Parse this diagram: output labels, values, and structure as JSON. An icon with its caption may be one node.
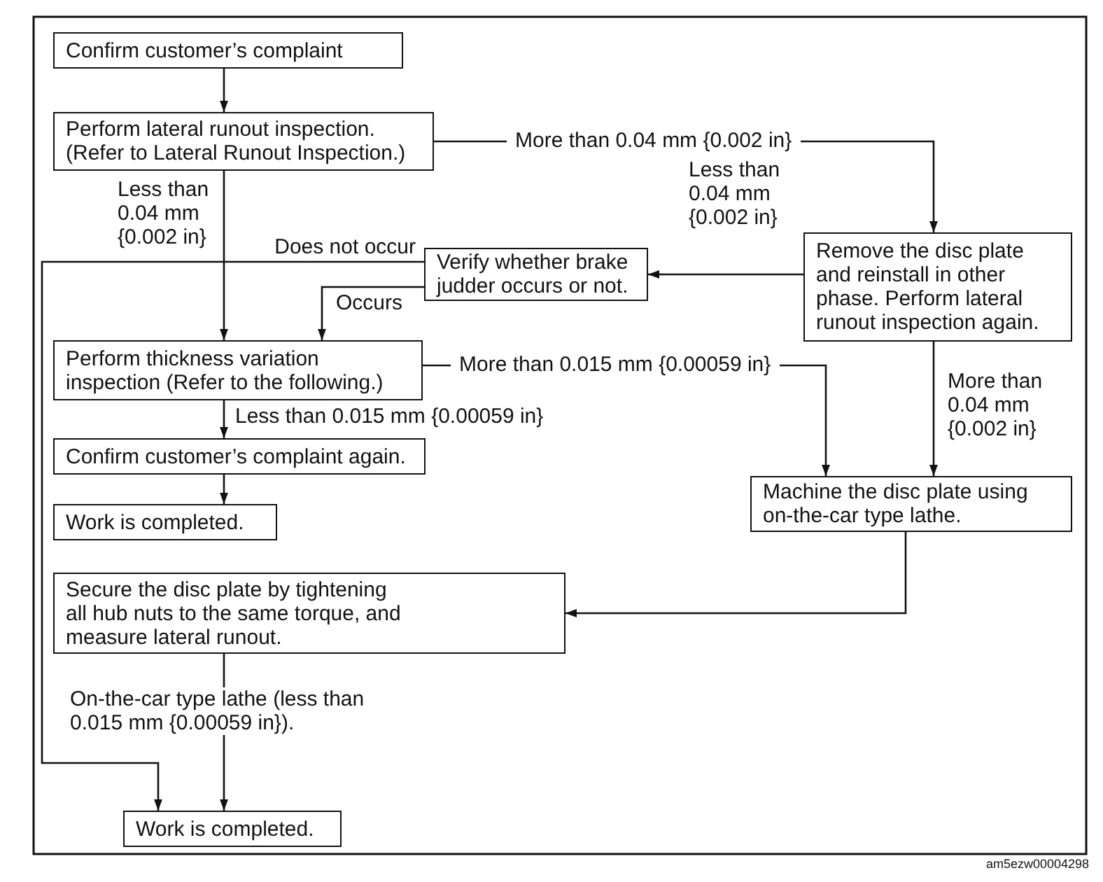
{
  "diagram": {
    "nodes": [
      {
        "text": [
          "Confirm customer’s complaint"
        ]
      },
      {
        "text": [
          "Perform lateral runout inspection. (Refer to Lateral Runout Inspection.)"
        ]
      },
      {
        "text": [
          "Remove the disc plate and reinstall in other phase. Perform lateral runout inspection again."
        ]
      },
      {
        "text": [
          "Verify whether brake judder occurs or not."
        ]
      },
      {
        "text": [
          "Perform thickness variation inspection (Refer to the following.)"
        ]
      },
      {
        "text": [
          "Confirm customer’s complaint again."
        ]
      },
      {
        "text": [
          "Work is completed."
        ]
      },
      {
        "text": [
          "Machine the disc plate using on-the-car type lathe."
        ]
      },
      {
        "text": [
          "Secure the disc plate by tightening all hub nuts to the same torque, and measure lateral runout."
        ]
      },
      {
        "text": [
          "Work is completed."
        ]
      }
    ],
    "edges": [
      {
        "from": 0,
        "to": 1,
        "arrow": "to"
      },
      {
        "from": 1,
        "to": 2,
        "arrow": "to",
        "label": "More than 0.04 mm {0.002 in}"
      },
      {
        "from": 1,
        "to": 4,
        "arrow": "to",
        "label": "Less than 0.04 mm {0.002 in}"
      },
      {
        "from": 2,
        "to": 3,
        "arrow": "to",
        "label": "Less than 0.04 mm {0.002 in}"
      },
      {
        "from": 3,
        "to": 4,
        "arrow": "to",
        "label": "Occurs"
      },
      {
        "from": 3,
        "to": 9,
        "arrow": "to",
        "label": "Does not occur"
      },
      {
        "from": 4,
        "to": 7,
        "arrow": "to",
        "label": "More than 0.015 mm {0.00059 in}"
      },
      {
        "from": 4,
        "to": 5,
        "arrow": "to",
        "label": "Less than 0.015 mm {0.00059 in}"
      },
      {
        "from": 5,
        "to": 6,
        "arrow": "to"
      },
      {
        "from": 2,
        "to": 7,
        "arrow": "to",
        "label": "More than 0.04 mm {0.002 in}"
      },
      {
        "from": 7,
        "to": 8,
        "arrow": "to"
      },
      {
        "from": 8,
        "to": 9,
        "arrow": "to",
        "label": "On-the-car type lathe (less than 0.015 mm {0.00059 in})."
      }
    ],
    "labels": [
      "am5ezw00004298"
    ]
  }
}
